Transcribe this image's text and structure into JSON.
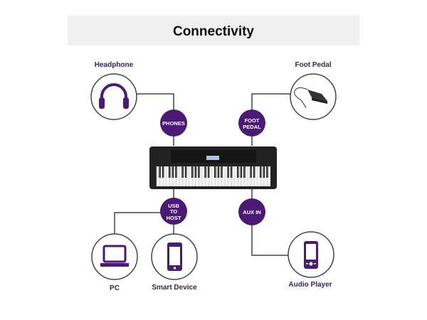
{
  "title": "Connectivity",
  "devices": {
    "headphone": "Headphone",
    "foot_pedal": "Foot Pedal",
    "pc": "PC",
    "smart_device": "Smart Device",
    "audio_player": "Audio Player"
  },
  "ports": {
    "phones": [
      "PHONES"
    ],
    "foot_pedal": [
      "FOOT",
      "PEDAL"
    ],
    "usb_to_host": [
      "USB",
      "TO",
      "HOST"
    ],
    "aux_in": [
      "AUX IN"
    ]
  },
  "colors": {
    "accent": "#4b1a74",
    "header_bg": "#efefef"
  }
}
